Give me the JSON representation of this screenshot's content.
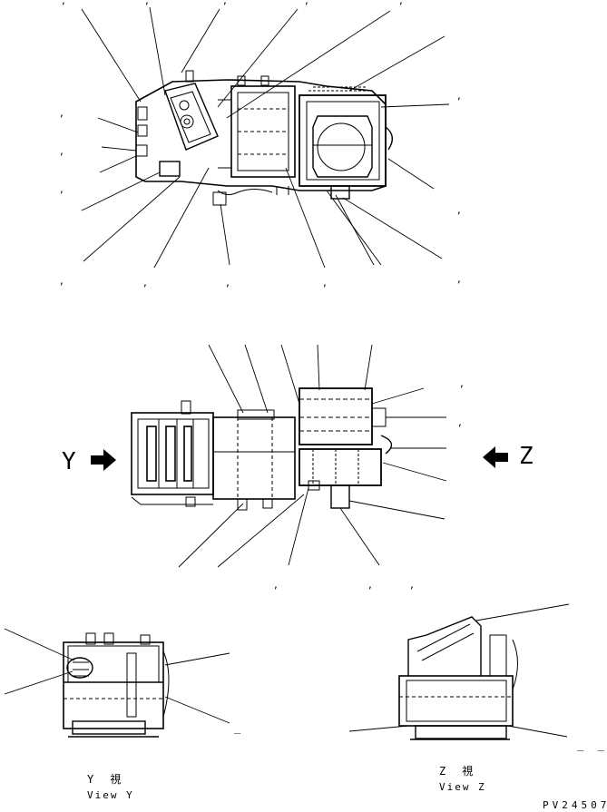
{
  "view_y": {
    "letter": "Y",
    "caption_jp": "Y　視",
    "caption_en": "View Y"
  },
  "view_z": {
    "letter": "Z",
    "caption_jp": "Z　視",
    "caption_en": "View Z"
  },
  "marks": {
    "comma": ",",
    "dash_single": "_",
    "dash_double": "_ _"
  },
  "drawing_number": "PV24507"
}
